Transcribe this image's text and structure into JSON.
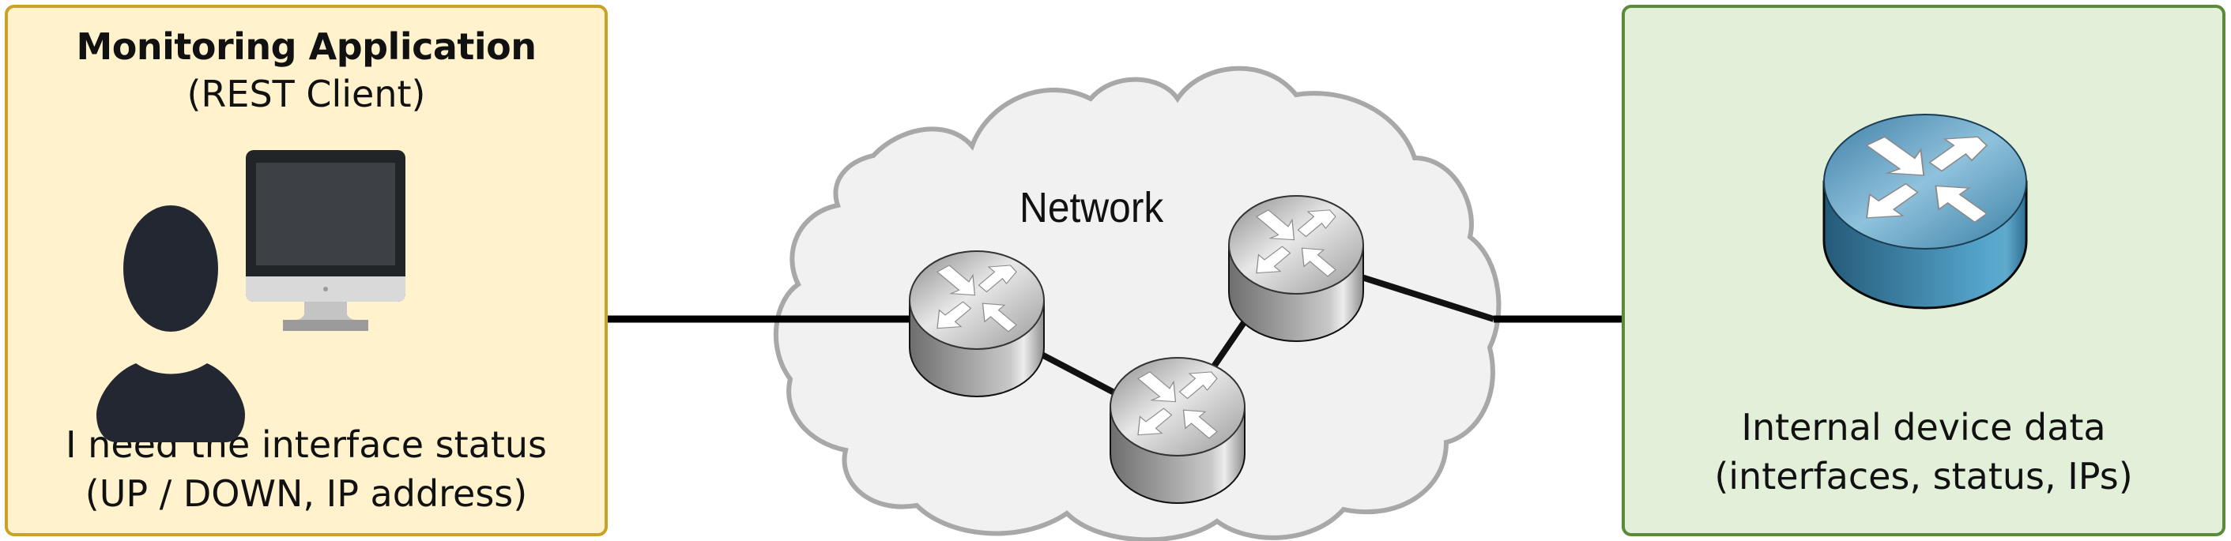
{
  "client_panel": {
    "title": "Monitoring Application",
    "subtitle": "(REST Client)",
    "caption_line1": "I need the interface status",
    "caption_line2": "(UP / DOWN, IP address)",
    "icons": [
      "user-icon",
      "monitor-icon"
    ],
    "fill_color": "#fff2cc",
    "border_color": "#c9a227"
  },
  "network": {
    "label": "Network",
    "routers": [
      "router-1",
      "router-2",
      "router-3"
    ],
    "fill_color": "#f1f1f1",
    "border_color": "#a8a8a8"
  },
  "device_panel": {
    "caption_line1": "Internal device data",
    "caption_line2": "(interfaces, status, IPs)",
    "icon": "router-icon",
    "fill_color": "#e2efd9",
    "border_color": "#5a8a3a"
  }
}
